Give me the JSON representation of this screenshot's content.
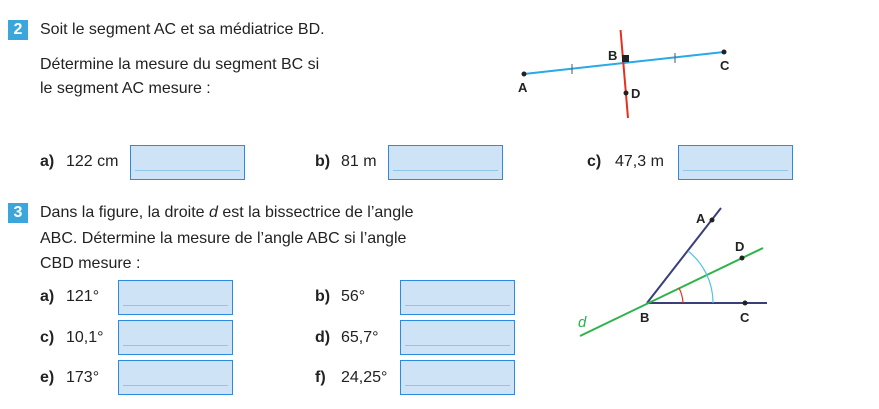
{
  "ex2": {
    "number": "2",
    "line1": "Soit le segment AC et sa médiatrice BD.",
    "line2": "Détermine la mesure du segment BC si",
    "line3": "le segment AC mesure :",
    "items": [
      {
        "label": "a)",
        "value": "122 cm"
      },
      {
        "label": "b)",
        "value": "81 m"
      },
      {
        "label": "c)",
        "value": "47,3 m"
      }
    ],
    "figure": {
      "A": "A",
      "B": "B",
      "C": "C",
      "D": "D"
    }
  },
  "ex3": {
    "number": "3",
    "line1_pre": "Dans la figure, la droite ",
    "line1_var": "d",
    "line1_post": " est la bissectrice de l’angle",
    "line2": "ABC. Détermine la mesure de l’angle ABC si l’angle",
    "line3": "CBD mesure :",
    "items": [
      {
        "label": "a)",
        "value": "121°"
      },
      {
        "label": "b)",
        "value": "56°"
      },
      {
        "label": "c)",
        "value": "10,1°"
      },
      {
        "label": "d)",
        "value": "65,7°"
      },
      {
        "label": "e)",
        "value": "173°"
      },
      {
        "label": "f)",
        "value": "24,25°"
      }
    ],
    "figure": {
      "A": "A",
      "B": "B",
      "C": "C",
      "D": "D",
      "d": "d"
    }
  },
  "colors": {
    "badge": "#3aa6dc",
    "input_fill": "#cfe3f7",
    "input_border": "#2b8be0"
  }
}
